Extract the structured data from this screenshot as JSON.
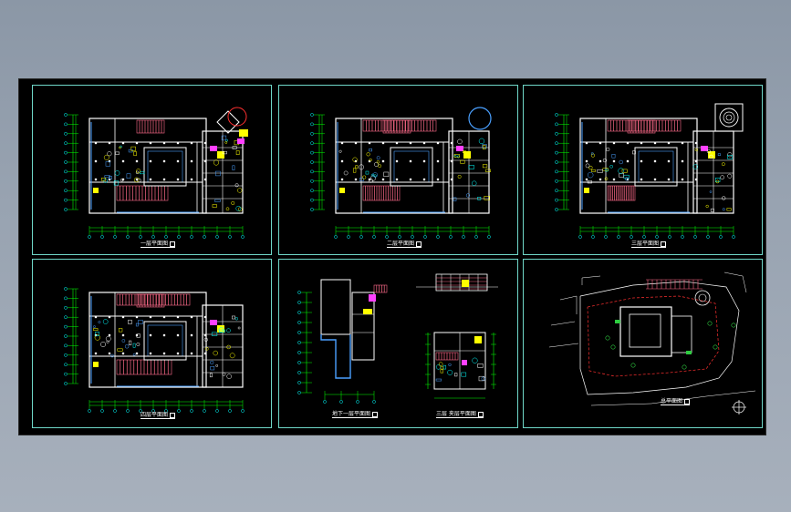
{
  "drawing_sheet": {
    "background": "#000000",
    "frame_color": "#6fd7c8",
    "panels": [
      {
        "id": "plan-1",
        "title": "一层平面图"
      },
      {
        "id": "plan-2",
        "title": "二层平面图"
      },
      {
        "id": "plan-3",
        "title": "三层平面图"
      },
      {
        "id": "plan-4",
        "title": "四层平面图"
      },
      {
        "id": "plan-basement",
        "title": "地下一层平面图",
        "title2": "三层  夹层平面图"
      },
      {
        "id": "site-plan",
        "title": "总平面图"
      }
    ]
  },
  "colors": {
    "wall": "#ffffff",
    "axis": "#00ff00",
    "dim": "#00ffff",
    "stair": "#ff6b8a",
    "furniture": "#ffff00",
    "blue": "#4aa0ff",
    "magenta": "#ff40ff",
    "red": "#ff3030"
  }
}
